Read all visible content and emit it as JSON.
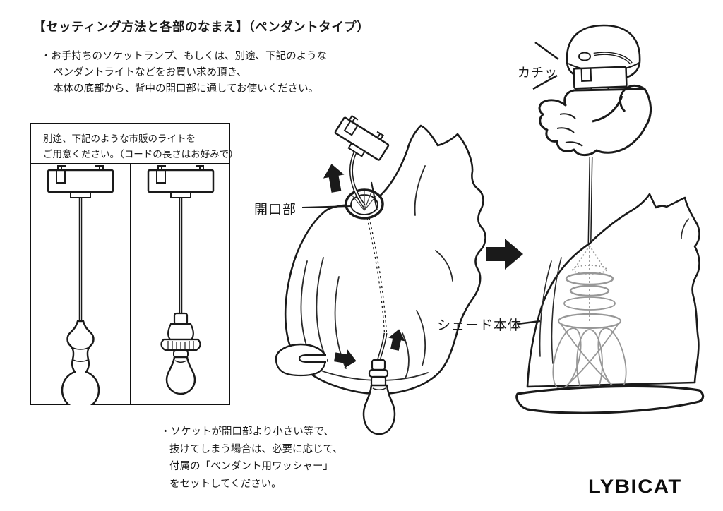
{
  "title": "【セッティング方法と各部のなまえ】（ペンダントタイプ）",
  "intro": {
    "lines": [
      "・お手持ちのソケットランプ、もしくは、別途、下記のような",
      "ペンダントライトなどをお買い求め頂き、",
      "本体の底部から、背中の開口部に通してお使いください。"
    ]
  },
  "light_box": {
    "header_lines": [
      "別途、下記のような市販のライトを",
      "ご用意ください。（コードの長さはお好みで）"
    ]
  },
  "labels": {
    "opening": "開口部",
    "click_sound": "カチッ",
    "shade_body": "シェード本体"
  },
  "note": {
    "lines": [
      "・ソケットが開口部より小さい等で、",
      "抜けてしまう場合は、必要に応じて、",
      "付属の「ペンダント用ワッシャー」",
      "をセットしてください。"
    ]
  },
  "logo": "LYBICAT",
  "colors": {
    "ink": "#1a1a1a",
    "frame_gray": "#979797",
    "background": "#ffffff"
  },
  "icons": [
    "up-arrow-icon",
    "right-arrow-icon",
    "washer-right-arrow-icon",
    "step-right-arrow-icon"
  ]
}
